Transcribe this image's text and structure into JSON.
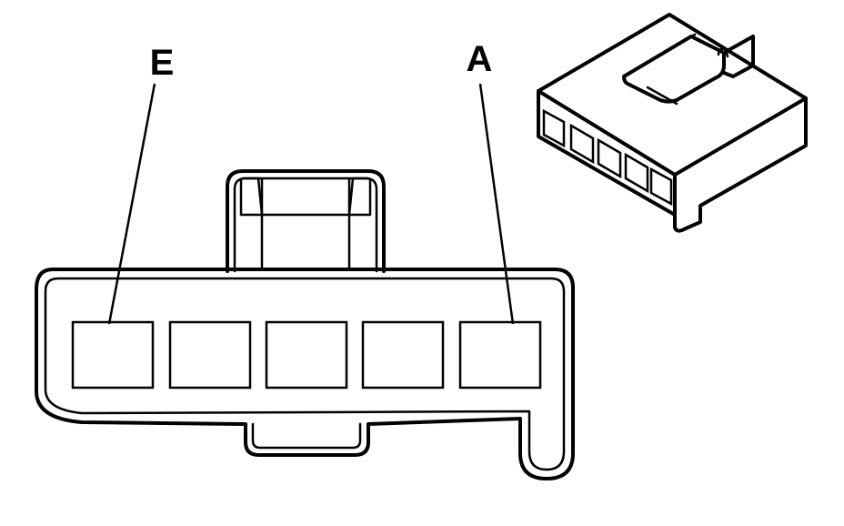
{
  "diagram": {
    "colors": {
      "line": "#000000",
      "background": "#ffffff"
    },
    "connector_face": {
      "cavity_count": 5,
      "pin_labels": [
        {
          "id": "E",
          "text": "E"
        },
        {
          "id": "A",
          "text": "A"
        }
      ]
    },
    "connector_iso": {
      "cavity_count": 5
    }
  }
}
